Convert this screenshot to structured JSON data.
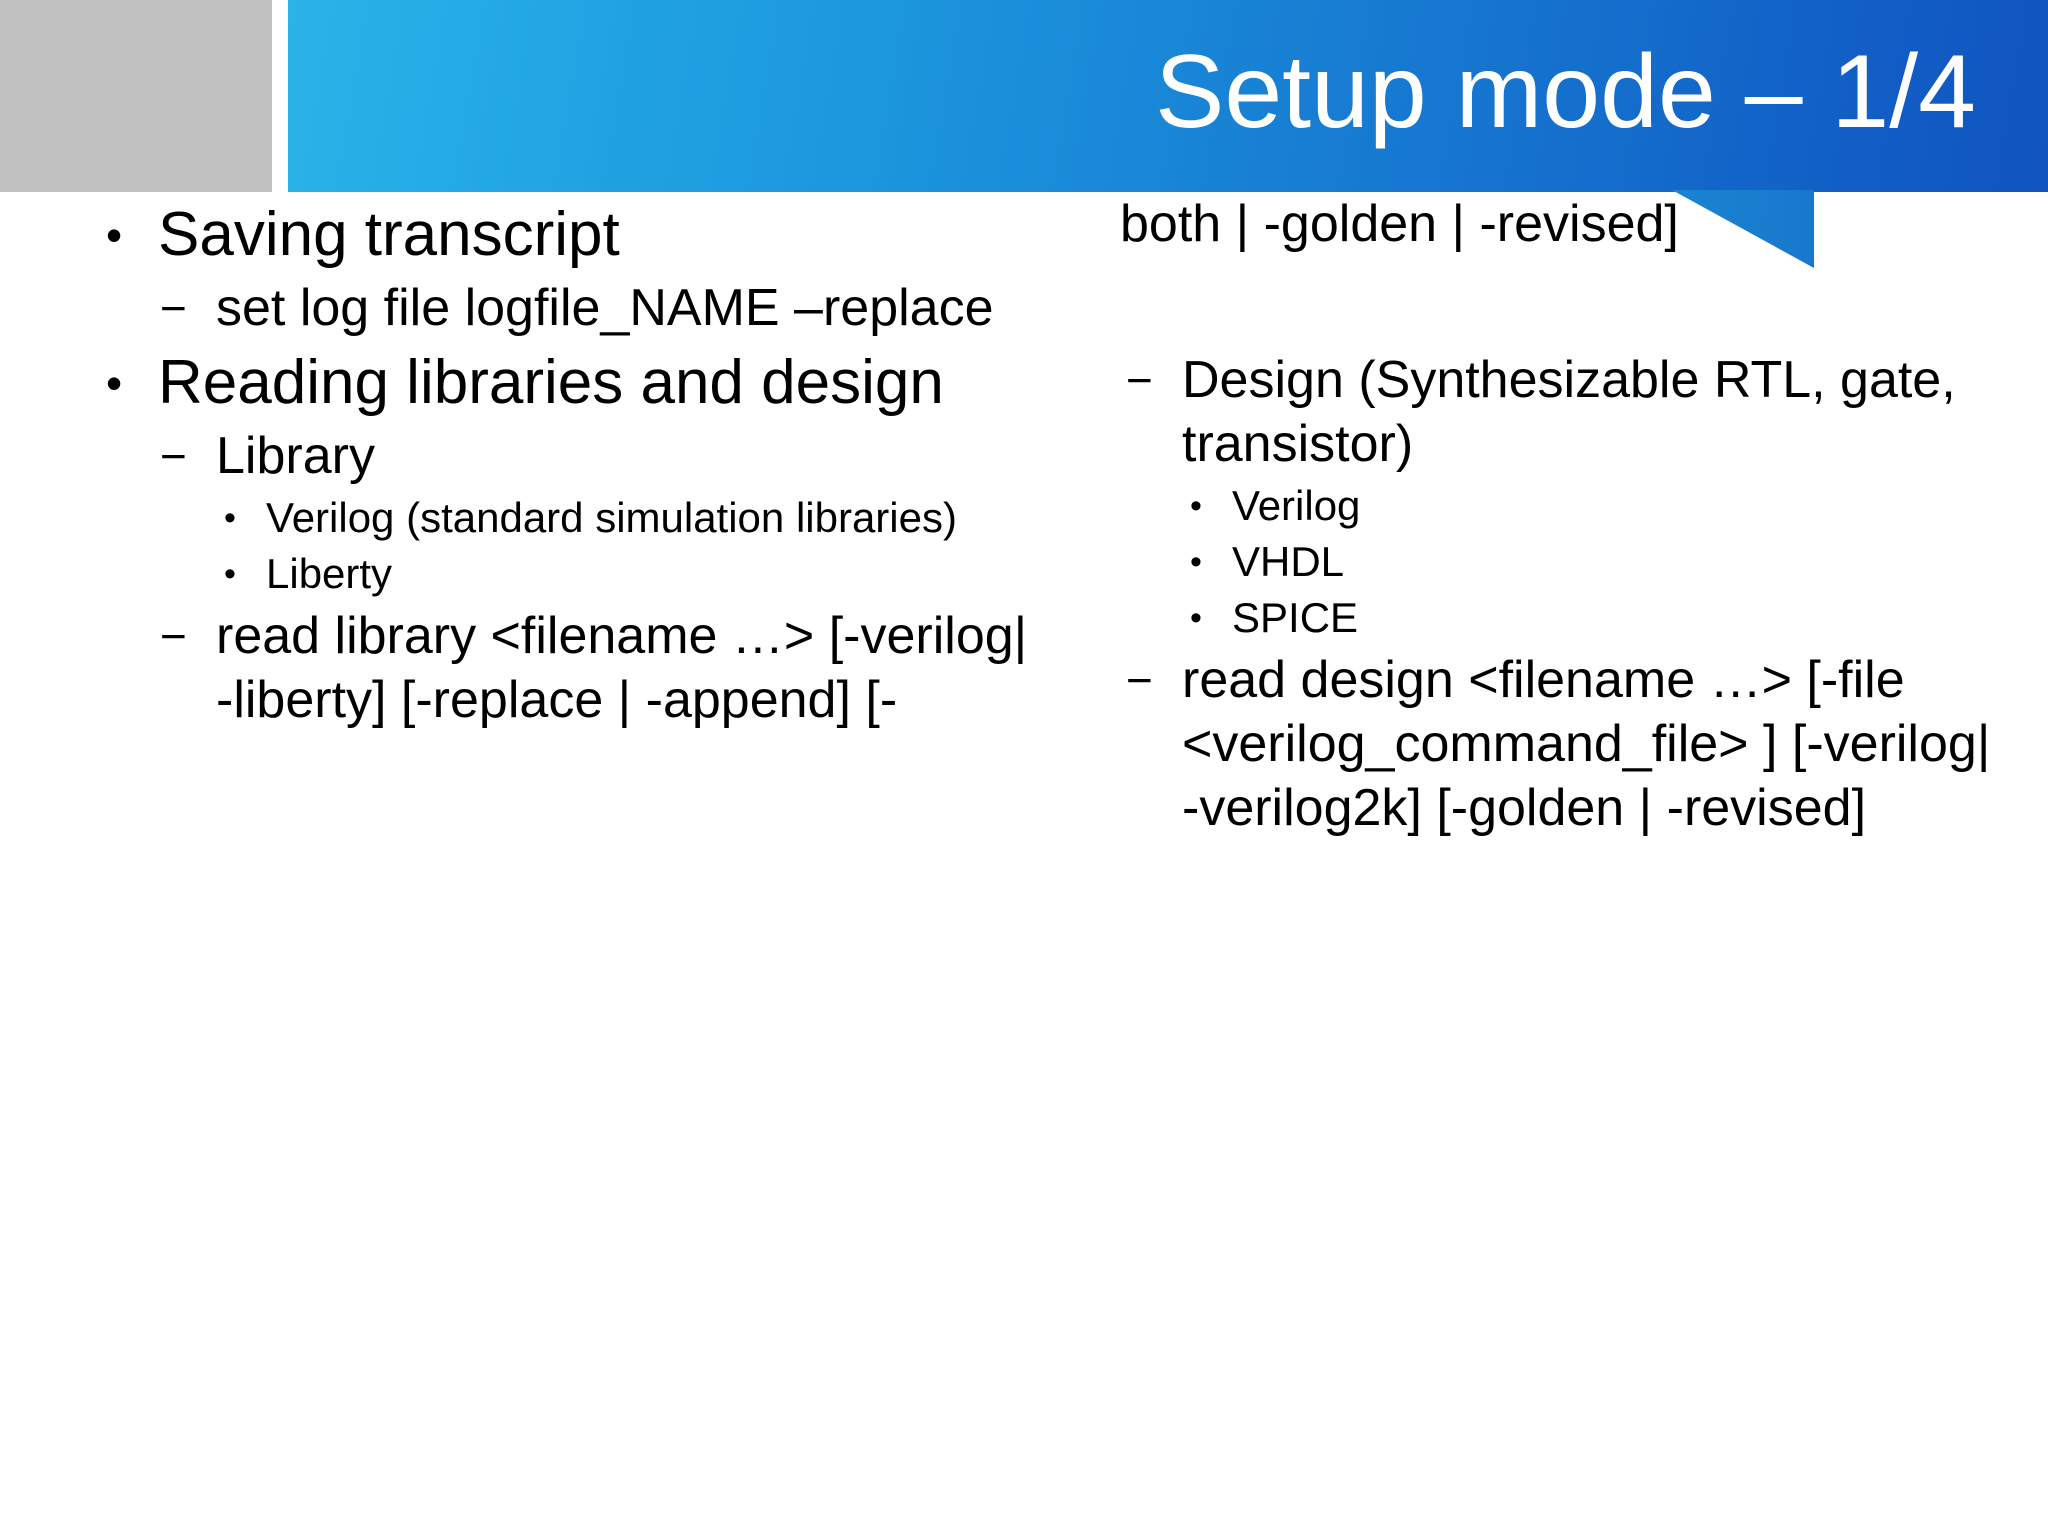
{
  "slide": {
    "title": "Setup mode – 1/4",
    "colors": {
      "header_gray": "#c1c1c1",
      "header_blue_light": "#2bb3e8",
      "header_blue_dark": "#1154bf",
      "title_text": "#ffffff",
      "body_text": "#000000",
      "background": "#ffffff"
    },
    "bullet_glyphs": {
      "level1": "•",
      "level2": "−",
      "level3": "•"
    }
  },
  "left_column": {
    "items": [
      {
        "level": 1,
        "text": "Saving transcript"
      },
      {
        "level": 2,
        "text": " set log file logfile_NAME –replace"
      },
      {
        "level": 1,
        "text": "Reading libraries and design"
      },
      {
        "level": 2,
        "text": "Library"
      },
      {
        "level": 3,
        "text": "Verilog (standard simulation libraries)"
      },
      {
        "level": 3,
        "text": "Liberty"
      },
      {
        "level": 2,
        "text": "read library <filename …> [-verilog| -liberty] [-replace | -append]  [-"
      }
    ]
  },
  "right_column": {
    "continuation": "both | -golden | -revised]",
    "items": [
      {
        "level": 2,
        "text": "Design (Synthesizable RTL, gate, transistor)"
      },
      {
        "level": 3,
        "text": "Verilog"
      },
      {
        "level": 3,
        "text": "VHDL"
      },
      {
        "level": 3,
        "text": "SPICE"
      },
      {
        "level": 2,
        "text": "read design <filename …> [-file <verilog_command_file> ] [-verilog| -verilog2k] [-golden | -revised]"
      }
    ]
  }
}
